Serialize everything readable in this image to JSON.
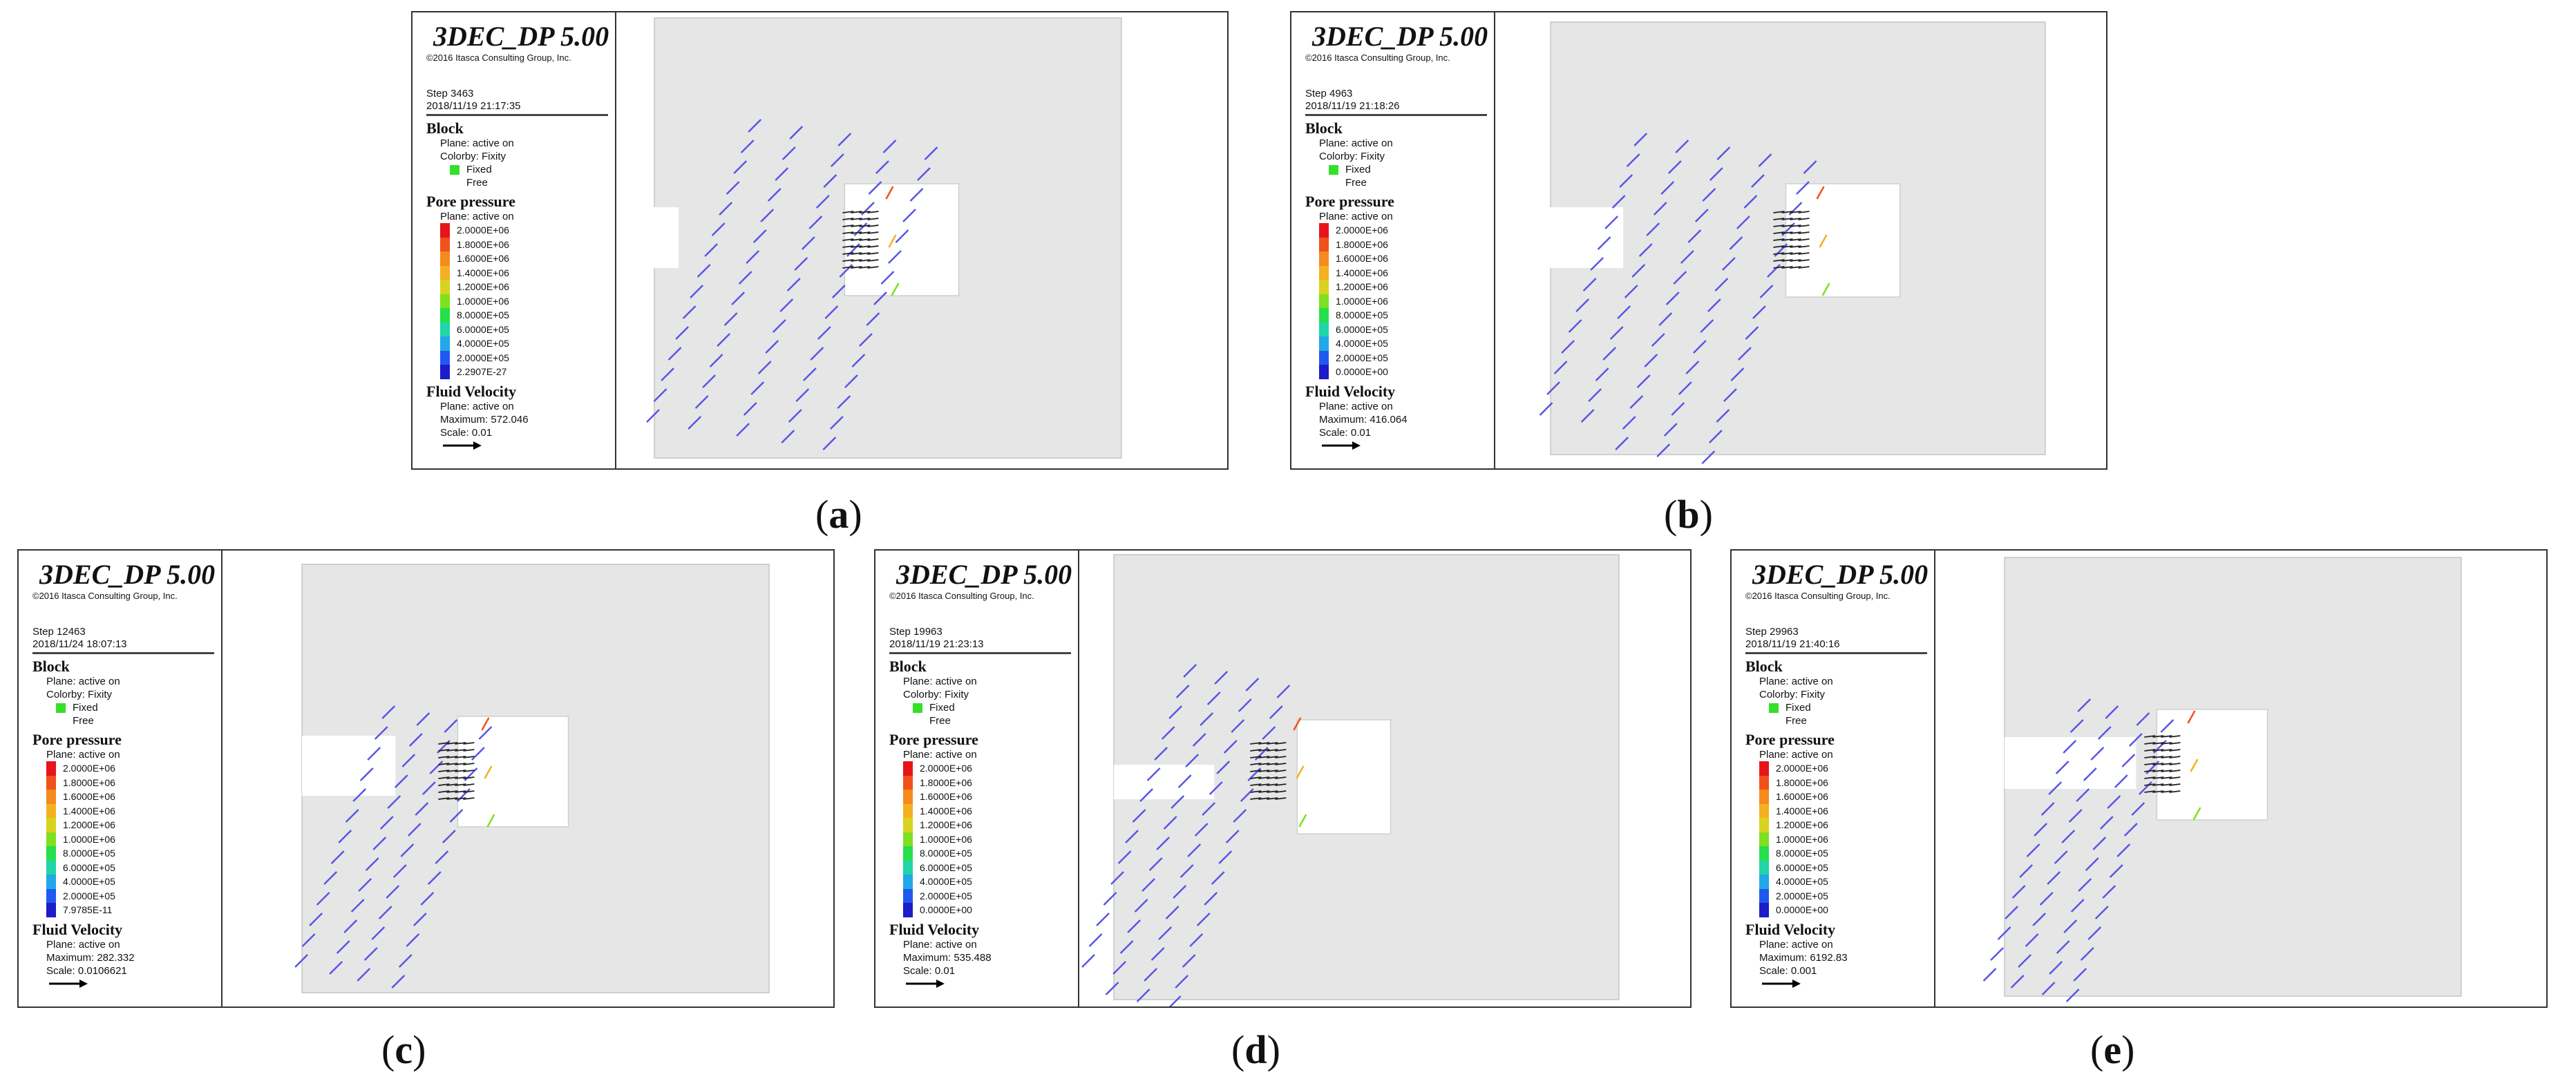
{
  "app_title": "3DEC_DP 5.00",
  "copyright": "©2016 Itasca Consulting Group, Inc.",
  "block": {
    "title": "Block",
    "plane": "Plane: active on",
    "colorby": "Colorby: Fixity",
    "fixed": "Fixed",
    "free": "Free"
  },
  "pore": {
    "title": "Pore pressure",
    "plane": "Plane: active on"
  },
  "fluid": {
    "title": "Fluid Velocity",
    "plane": "Plane: active on"
  },
  "colors": [
    "#e8141a",
    "#f0521c",
    "#f58a1f",
    "#f5b021",
    "#d6d41e",
    "#7fe01f",
    "#25e04a",
    "#1fd6a8",
    "#21a8e8",
    "#2158f0",
    "#1c1cc8"
  ],
  "panels": [
    {
      "label_open": "(",
      "label_letter": "a",
      "label_close": ")",
      "step": "Step 3463",
      "date": "2018/11/19 21:17:35",
      "pore_values": [
        "2.0000E+06",
        "1.8000E+06",
        "1.6000E+06",
        "1.4000E+06",
        "1.2000E+06",
        "1.0000E+06",
        "8.0000E+05",
        "6.0000E+05",
        "4.0000E+05",
        "2.0000E+05",
        "2.2907E-27"
      ],
      "maximum": "Maximum: 572.046",
      "scale": "Scale: 0.01"
    },
    {
      "label_open": "(",
      "label_letter": "b",
      "label_close": ")",
      "step": "Step 4963",
      "date": "2018/11/19 21:18:26",
      "pore_values": [
        "2.0000E+06",
        "1.8000E+06",
        "1.6000E+06",
        "1.4000E+06",
        "1.2000E+06",
        "1.0000E+06",
        "8.0000E+05",
        "6.0000E+05",
        "4.0000E+05",
        "2.0000E+05",
        "0.0000E+00"
      ],
      "maximum": "Maximum: 416.064",
      "scale": "Scale: 0.01"
    },
    {
      "label_open": "(",
      "label_letter": "c",
      "label_close": ")",
      "step": "Step 12463",
      "date": "2018/11/24 18:07:13",
      "pore_values": [
        "2.0000E+06",
        "1.8000E+06",
        "1.6000E+06",
        "1.4000E+06",
        "1.2000E+06",
        "1.0000E+06",
        "8.0000E+05",
        "6.0000E+05",
        "4.0000E+05",
        "2.0000E+05",
        "7.9785E-11"
      ],
      "maximum": "Maximum: 282.332",
      "scale": "Scale: 0.0106621"
    },
    {
      "label_open": "(",
      "label_letter": "d",
      "label_close": ")",
      "step": "Step 19963",
      "date": "2018/11/19 21:23:13",
      "pore_values": [
        "2.0000E+06",
        "1.8000E+06",
        "1.6000E+06",
        "1.4000E+06",
        "1.2000E+06",
        "1.0000E+06",
        "8.0000E+05",
        "6.0000E+05",
        "4.0000E+05",
        "2.0000E+05",
        "0.0000E+00"
      ],
      "maximum": "Maximum: 535.488",
      "scale": "Scale: 0.01"
    },
    {
      "label_open": "(",
      "label_letter": "e",
      "label_close": ")",
      "step": "Step 29963",
      "date": "2018/11/19 21:40:16",
      "pore_values": [
        "2.0000E+06",
        "1.8000E+06",
        "1.6000E+06",
        "1.4000E+06",
        "1.2000E+06",
        "1.0000E+06",
        "8.0000E+05",
        "6.0000E+05",
        "4.0000E+05",
        "2.0000E+05",
        "0.0000E+00"
      ],
      "maximum": "Maximum: 6192.83",
      "scale": "Scale: 0.001"
    }
  ]
}
